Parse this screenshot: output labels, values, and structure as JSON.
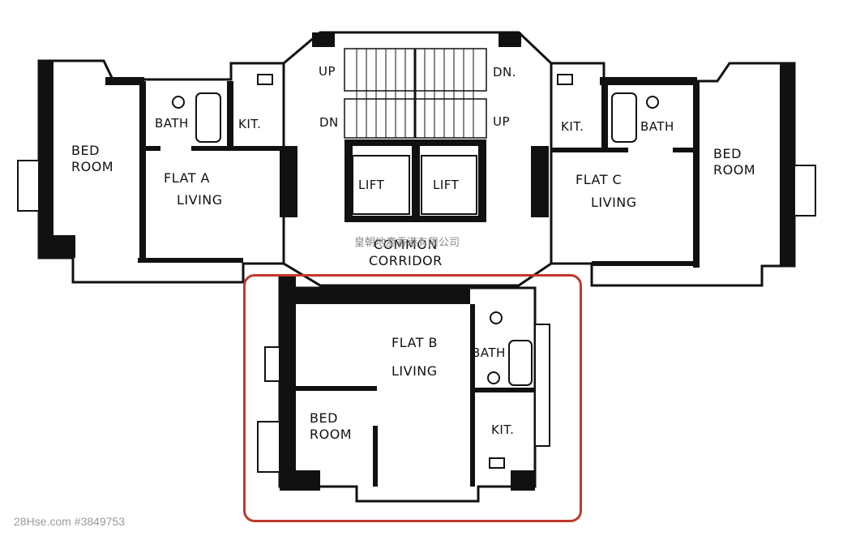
{
  "rooms": {
    "flat_a": {
      "bed_line1": "BED",
      "bed_line2": "ROOM",
      "bath": "BATH",
      "kit": "KIT.",
      "flat": "FLAT  A",
      "living": "LIVING"
    },
    "flat_c": {
      "bed_line1": "BED",
      "bed_line2": "ROOM",
      "bath": "BATH",
      "kit": "KIT.",
      "flat": "FLAT  C",
      "living": "LIVING"
    },
    "flat_b": {
      "bed_line1": "BED",
      "bed_line2": "ROOM",
      "bath": "BATH",
      "kit": "KIT.",
      "flat": "FLAT  B",
      "living": "LIVING"
    }
  },
  "core": {
    "up_top": "UP",
    "dn_top": "DN.",
    "dn_bottom": "DN",
    "up_bottom": "UP",
    "lift_left": "LIFT",
    "lift_right": "LIFT",
    "corridor_line1": "COMMON",
    "corridor_line2": "CORRIDOR"
  },
  "watermark": "皇朝地產香港有限公司",
  "footer": "28Hse.com #3849753",
  "colors": {
    "wall": "#111111",
    "highlight": "#c0392b",
    "watermark": "#8a8a8a"
  }
}
